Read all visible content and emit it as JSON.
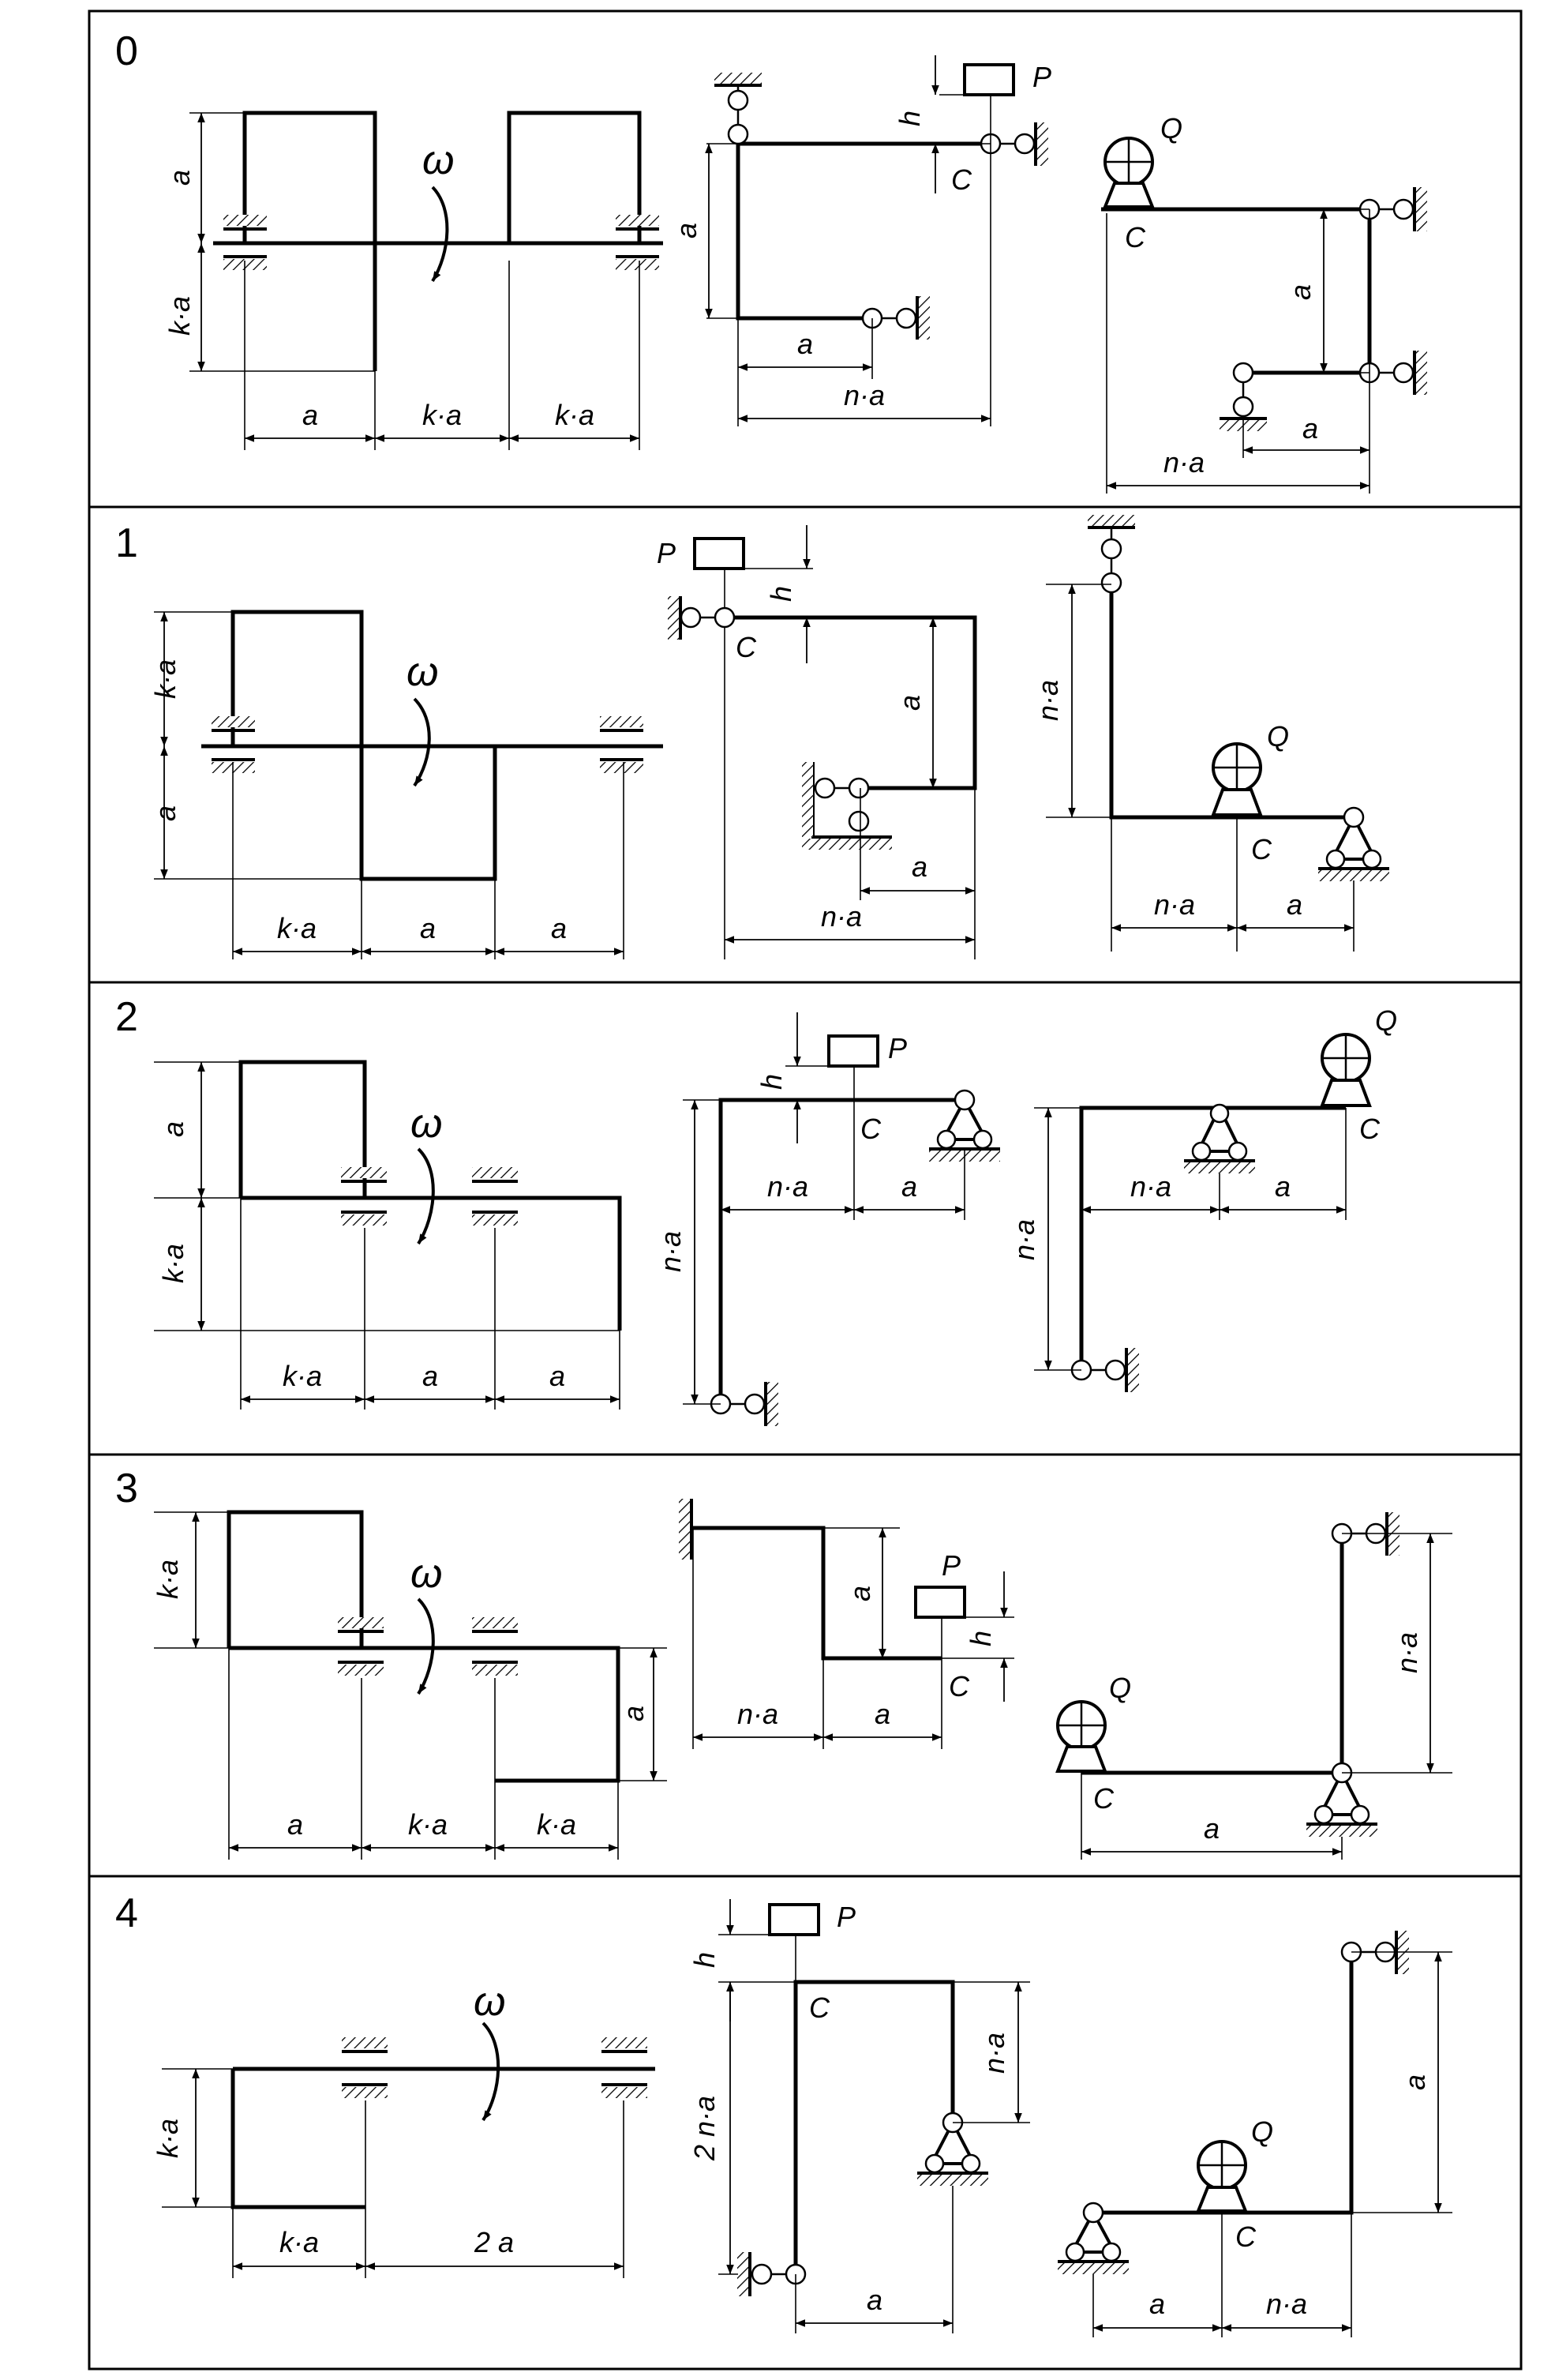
{
  "panels": [
    {
      "number": "0",
      "shaft": {
        "h1": "a",
        "h2": "k·a",
        "d1": "a",
        "d2": "k·a",
        "d3": "k·a",
        "omega": "ω"
      },
      "frame1": {
        "load": "P",
        "h": "h",
        "c": "C",
        "v": "a",
        "b1": "a",
        "b2": "n·a"
      },
      "frame2": {
        "load": "Q",
        "c": "C",
        "v": "a",
        "b1": "a",
        "b2": "n·a"
      }
    },
    {
      "number": "1",
      "shaft": {
        "h1": "k·a",
        "h2": "a",
        "d1": "k·a",
        "d2": "a",
        "d3": "a",
        "omega": "ω"
      },
      "frame1": {
        "load": "P",
        "h": "h",
        "c": "C",
        "v": "a",
        "b1": "a",
        "b2": "n·a"
      },
      "frame2": {
        "load": "Q",
        "c": "C",
        "v": "n·a",
        "b1": "n·a",
        "b2": "a"
      }
    },
    {
      "number": "2",
      "shaft": {
        "h1": "a",
        "h2": "k·a",
        "d1": "k·a",
        "d2": "a",
        "d3": "a",
        "omega": "ω"
      },
      "frame1": {
        "load": "P",
        "h": "h",
        "c": "C",
        "v": "n·a",
        "b1": "n·a",
        "b2": "a"
      },
      "frame2": {
        "load": "Q",
        "c": "C",
        "v": "n·a",
        "b1": "n·a",
        "b2": "a"
      }
    },
    {
      "number": "3",
      "shaft": {
        "h1": "k·a",
        "h2": "a",
        "d1": "a",
        "d2": "k·a",
        "d3": "k·a",
        "omega": "ω"
      },
      "frame1": {
        "load": "P",
        "h": "h",
        "c": "C",
        "v": "a",
        "b1": "n·a",
        "b2": "a"
      },
      "frame2": {
        "load": "Q",
        "c": "C",
        "v": "n·a",
        "b1": "a"
      }
    },
    {
      "number": "4",
      "shaft": {
        "h1": "k·a",
        "d1": "k·a",
        "d2": "2 a",
        "omega": "ω"
      },
      "frame1": {
        "load": "P",
        "h": "h",
        "c": "C",
        "v1": "2 n·a",
        "v2": "n·a",
        "b1": "a"
      },
      "frame2": {
        "load": "Q",
        "c": "C",
        "v": "a",
        "b1": "a",
        "b2": "n·a"
      }
    }
  ],
  "colors": {
    "ink": "#000000",
    "background": "#ffffff"
  }
}
